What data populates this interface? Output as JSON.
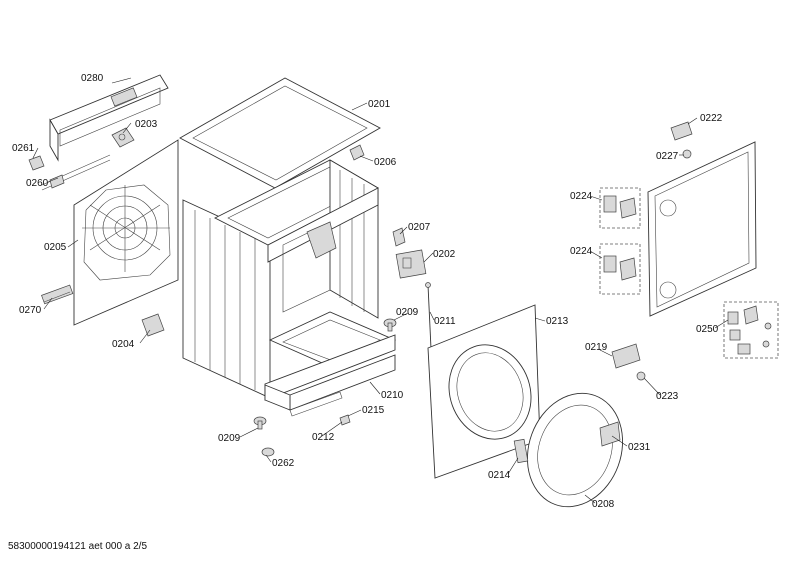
{
  "footer_code": "58300000194121 aet 000 a 2/5",
  "labels": {
    "l0201": "0201",
    "l0202": "0202",
    "l0203": "0203",
    "l0204": "0204",
    "l0205": "0205",
    "l0206": "0206",
    "l0207": "0207",
    "l0208": "0208",
    "l0209a": "0209",
    "l0209b": "0209",
    "l0210": "0210",
    "l0211": "0211",
    "l0212": "0212",
    "l0213": "0213",
    "l0214": "0214",
    "l0215": "0215",
    "l0219": "0219",
    "l0222": "0222",
    "l0223": "0223",
    "l0224a": "0224",
    "l0224b": "0224",
    "l0227": "0227",
    "l0231": "0231",
    "l0250": "0250",
    "l0260": "0260",
    "l0261": "0261",
    "l0262": "0262",
    "l0270": "0270",
    "l0280": "0280"
  }
}
